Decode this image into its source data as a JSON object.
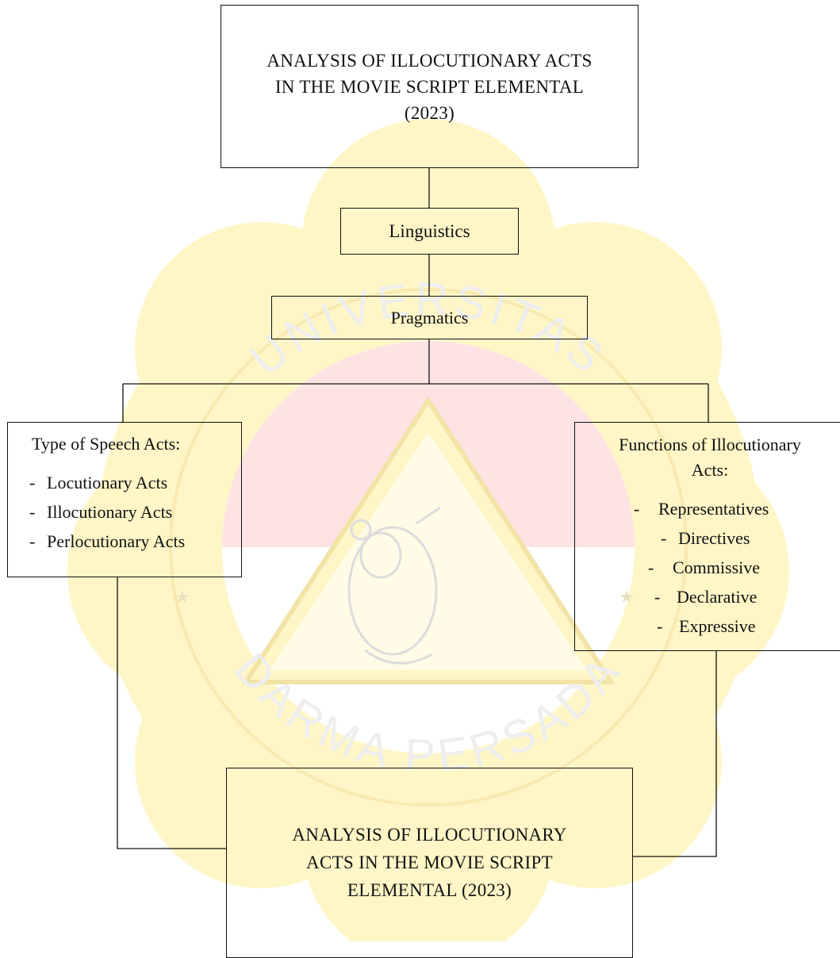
{
  "title_box": {
    "line1": "ANALYSIS OF ILLOCUTIONARY ACTS",
    "line2": "IN THE MOVIE SCRIPT ELEMENTAL",
    "line3": "(2023)"
  },
  "linguistics_box": {
    "label": "Linguistics"
  },
  "pragmatics_box": {
    "label": "Pragmatics"
  },
  "types_box": {
    "heading": "Type of Speech Acts:",
    "items": [
      "Locutionary Acts",
      "Illocutionary Acts",
      "Perlocutionary Acts"
    ]
  },
  "functions_box": {
    "heading_line1": "Functions of Illocutionary",
    "heading_line2": "Acts:",
    "items": [
      "Representatives",
      "Directives",
      "Commissive",
      "Declarative",
      "Expressive"
    ]
  },
  "bottom_box": {
    "line1": "ANALYSIS OF ILLOCUTIONARY",
    "line2": "ACTS IN THE MOVIE SCRIPT",
    "line3": "ELEMENTAL (2023)"
  },
  "watermark": {
    "arc_text_top": "UNIVERSITAS",
    "arc_text_bottom": "DARMA PERSADA",
    "colors": {
      "gold": "#fff3b8",
      "red": "#fde0e0",
      "grey": "#e6e6e6"
    }
  },
  "bullet": "-"
}
